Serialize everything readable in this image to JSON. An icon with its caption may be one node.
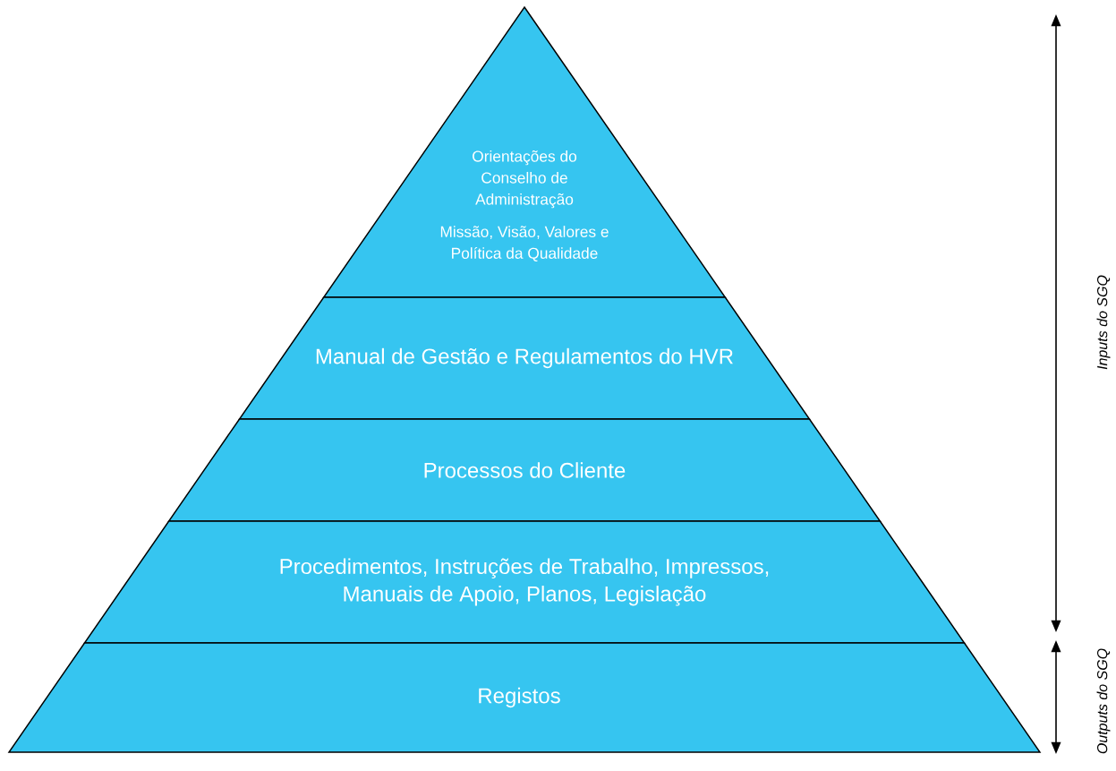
{
  "diagram": {
    "nodes": [
      {
        "text": [
          "Orientações do Conselho de Administração",
          "Missão, Visão, Valores e Política da Qualidade"
        ]
      },
      {
        "text": [
          "Manual de Gestão e Regulamentos do HVR"
        ]
      },
      {
        "text": [
          "Processos do Cliente"
        ]
      },
      {
        "text": [
          "Procedimentos, Instruções de Trabalho, Impressos, Manuais de Apoio, Planos, Legislação"
        ]
      },
      {
        "text": [
          "Registos"
        ]
      }
    ],
    "labels": [
      "Inputs do SGQ",
      "Outputs do SGQ"
    ]
  }
}
